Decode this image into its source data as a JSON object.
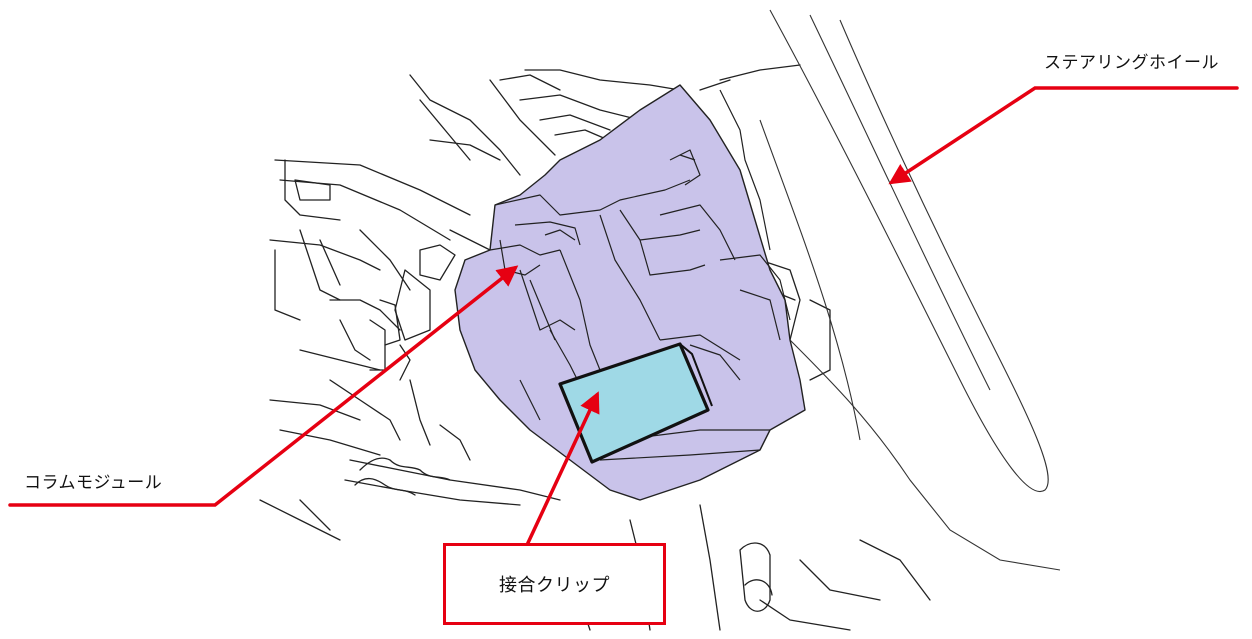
{
  "labels": {
    "steering_wheel": "ステアリングホイール",
    "column_module": "コラムモジュール",
    "joint_clip": "接合クリップ"
  },
  "colors": {
    "leader_line": "#e60012",
    "column_module_fill": "#c9c3ea",
    "joint_clip_fill": "#9fd9e6",
    "outline": "#222222"
  }
}
